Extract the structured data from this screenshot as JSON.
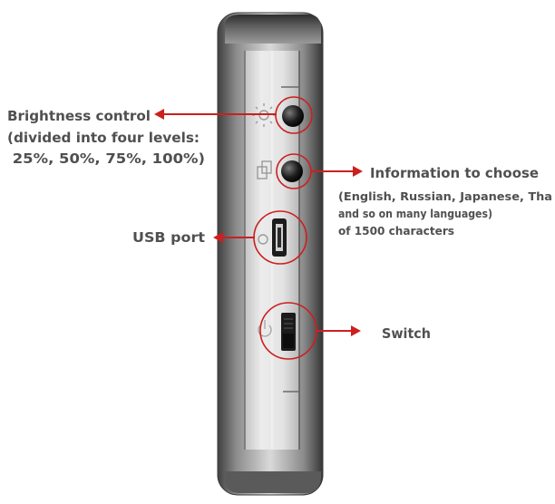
{
  "annotations": {
    "brightness": {
      "title": "Brightness control",
      "detail_1": "(divided into four levels:",
      "detail_2": " 25%, 50%, 75%, 100%)"
    },
    "information": {
      "title": "Information to choose",
      "detail_1": "(English, Russian, Japanese, Tha",
      "detail_2": "and so on many languages)",
      "detail_3": "of 1500 characters"
    },
    "usb": {
      "title": "USB port"
    },
    "switch": {
      "title": "Switch"
    }
  },
  "colors": {
    "callout": "#cc1f1f",
    "text": "#505050",
    "device_body": "#9a9a9a",
    "device_panel": "#d6d6d6"
  },
  "icons": [
    "sun-icon",
    "info-icon",
    "usb-port-icon",
    "power-icon"
  ]
}
